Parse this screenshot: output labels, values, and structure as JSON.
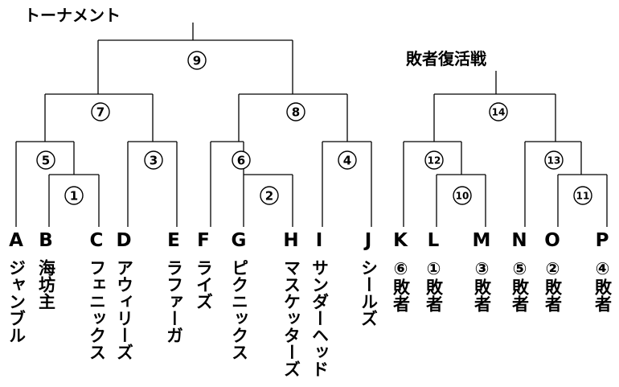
{
  "titles": {
    "main": "トーナメント",
    "consolation": "敗者復活戦"
  },
  "teams": [
    {
      "letter": "A",
      "name": "ジャンブル"
    },
    {
      "letter": "B",
      "name": "海坊主"
    },
    {
      "letter": "C",
      "name": "フェニックス"
    },
    {
      "letter": "D",
      "name": "アウィリーズ"
    },
    {
      "letter": "E",
      "name": "ラファーガ"
    },
    {
      "letter": "F",
      "name": "ライズ"
    },
    {
      "letter": "G",
      "name": "ピクニックス"
    },
    {
      "letter": "H",
      "name": "マスケッターズ"
    },
    {
      "letter": "I",
      "name": "サンダーヘッド"
    },
    {
      "letter": "J",
      "name": "シールズ"
    },
    {
      "letter": "K",
      "name": "⑥敗者"
    },
    {
      "letter": "L",
      "name": "①敗者"
    },
    {
      "letter": "M",
      "name": "③敗者"
    },
    {
      "letter": "N",
      "name": "⑤敗者"
    },
    {
      "letter": "O",
      "name": "②敗者"
    },
    {
      "letter": "P",
      "name": "④敗者"
    }
  ],
  "matches": [
    {
      "label": "1"
    },
    {
      "label": "2"
    },
    {
      "label": "3"
    },
    {
      "label": "4"
    },
    {
      "label": "5"
    },
    {
      "label": "6"
    },
    {
      "label": "7"
    },
    {
      "label": "8"
    },
    {
      "label": "9"
    },
    {
      "label": "10"
    },
    {
      "label": "11"
    },
    {
      "label": "12"
    },
    {
      "label": "13"
    },
    {
      "label": "14"
    }
  ]
}
